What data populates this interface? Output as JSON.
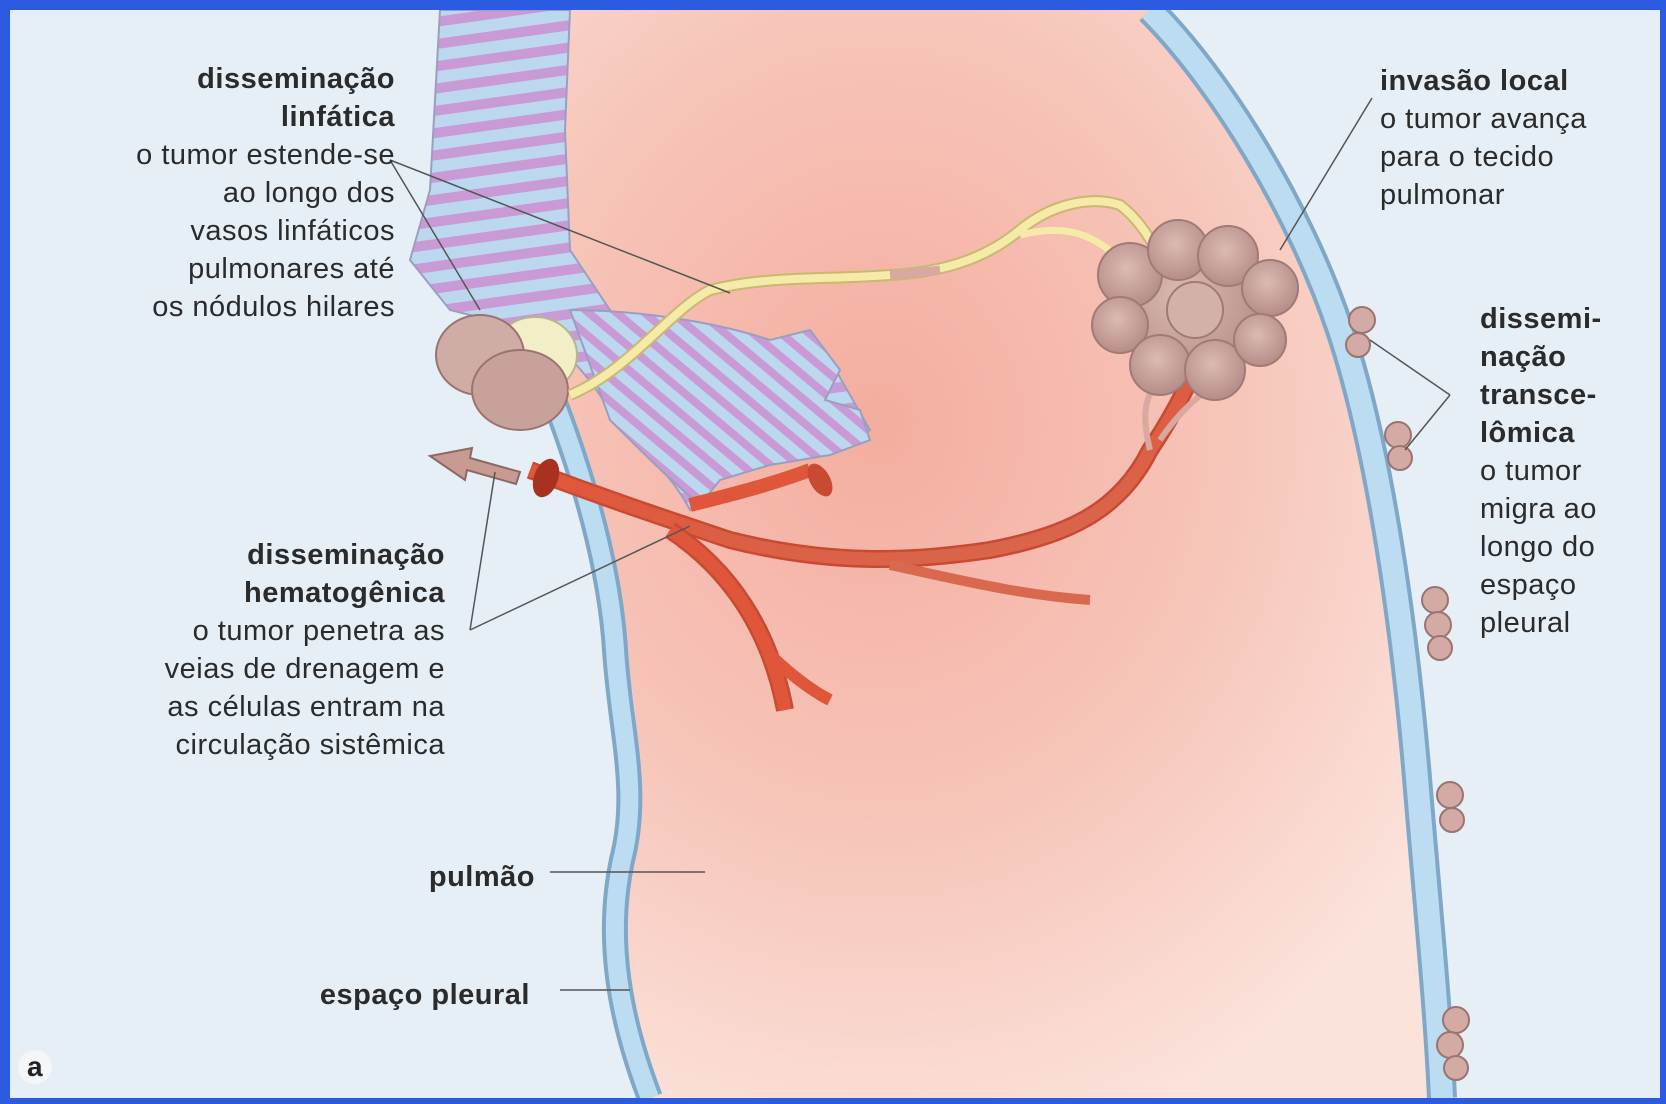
{
  "labels": {
    "lymphatic": {
      "title": [
        "disseminação",
        "linfática"
      ],
      "body": [
        "o tumor estende-se",
        "ao longo dos",
        "vasos linfáticos",
        "pulmonares até",
        "os nódulos hilares"
      ]
    },
    "local": {
      "title": [
        "invasão local"
      ],
      "body": [
        "o tumor avança",
        "para o tecido",
        "pulmonar"
      ]
    },
    "transcoelomic": {
      "title": [
        "dissemi-",
        "nação",
        "transce-",
        "lômica"
      ],
      "body": [
        "o tumor",
        "migra ao",
        "longo do",
        "espaço",
        "pleural"
      ]
    },
    "hematogenous": {
      "title": [
        "disseminação",
        "hematogênica"
      ],
      "body": [
        "o tumor penetra as",
        "veias de drenagem e",
        "as células entram na",
        "circulação sistêmica"
      ]
    },
    "lung": "pulmão",
    "pleural_space": "espaço pleural",
    "panel_letter": "a"
  },
  "colors": {
    "frame": "#2a5be0",
    "background": "#e8f0f6",
    "lung_tissue": "#f6b7a9",
    "pleura": "#aed2ec",
    "bronchus_stripe": "#c99ad6",
    "vein": "#e0563a",
    "lymph_vessel": "#f3e49a",
    "tumor": "#cfa9a3"
  }
}
